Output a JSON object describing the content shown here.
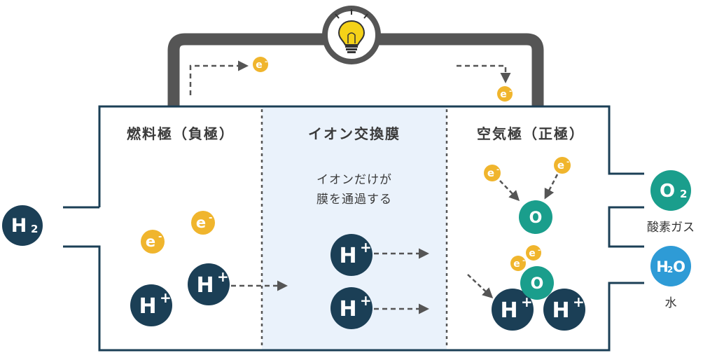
{
  "colors": {
    "frame": "#1b3f56",
    "wire": "#555555",
    "membrane_bg": "#eaf2fb",
    "electron": "#f0b52d",
    "proton": "#1b3f56",
    "oxygen": "#1a9e8c",
    "water": "#2e9bd6",
    "arrow": "#555555",
    "bulb": "#f5d218"
  },
  "icons": [
    "light-bulb-icon"
  ],
  "sections": {
    "anode": "燃料極（負極）",
    "membrane": "イオン交換膜",
    "cathode": "空気極（正極）"
  },
  "membrane_note": {
    "line1": "イオンだけが",
    "line2": "膜を通過する"
  },
  "particles": {
    "hydrogen_molecule": {
      "symbol": "H",
      "sub": "2"
    },
    "oxygen_molecule": {
      "symbol": "O",
      "sub": "2"
    },
    "water": {
      "h": "H",
      "sub": "2",
      "o": "O"
    },
    "proton": {
      "symbol": "H",
      "sup": "+"
    },
    "electron": {
      "symbol": "e",
      "sup": "-"
    },
    "oxygen_atom": "O"
  },
  "labels": {
    "oxygen_gas": "酸素ガス",
    "water": "水"
  }
}
